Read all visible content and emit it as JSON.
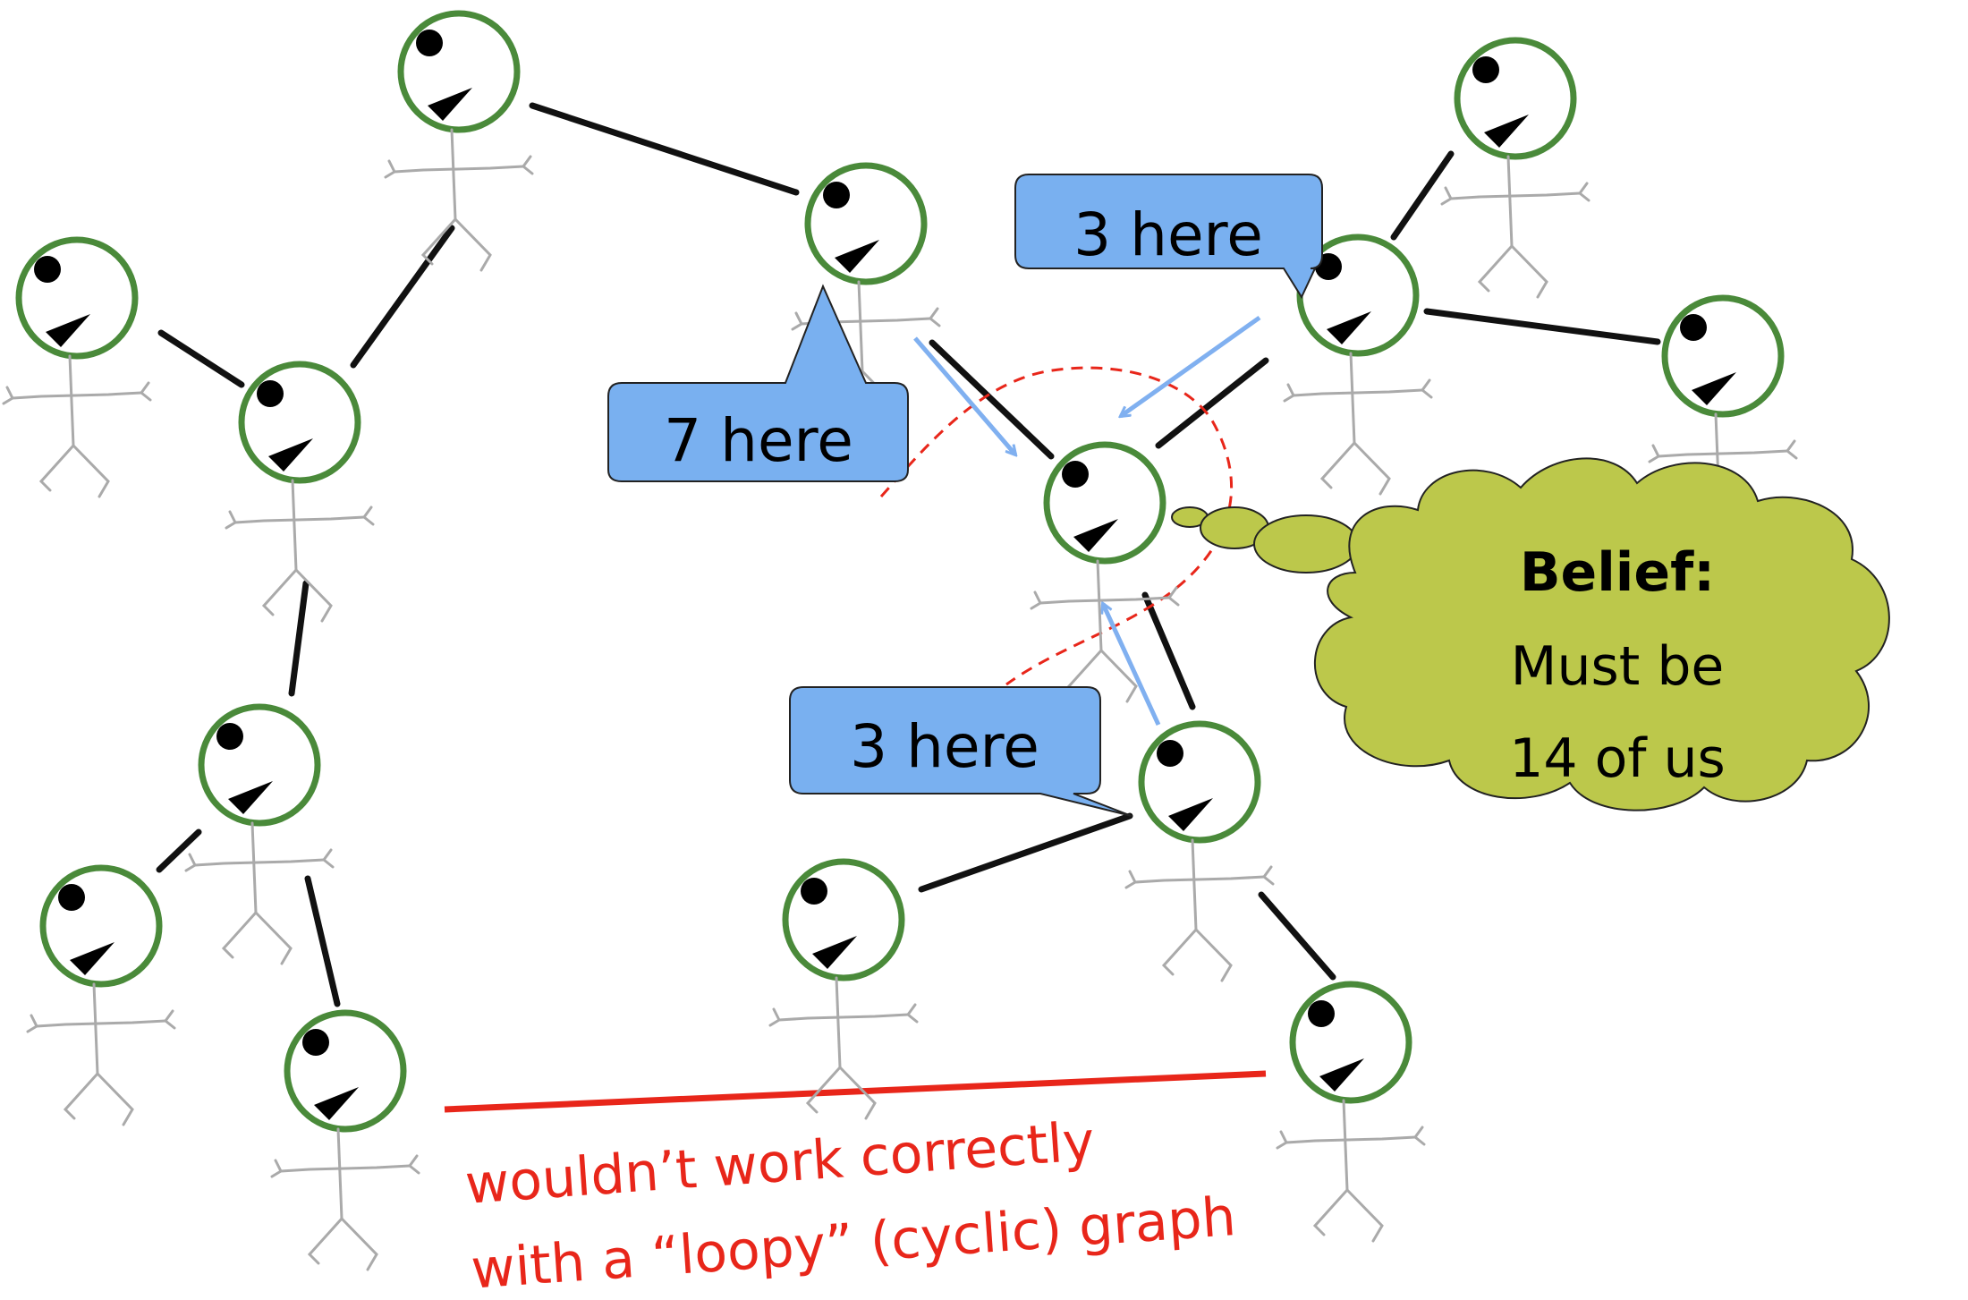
{
  "callouts": {
    "left": "7 here",
    "top_right": "3 here",
    "bottom": "3 here"
  },
  "belief": {
    "title": "Belief:",
    "line1": "Must be",
    "line2": "14 of us"
  },
  "note": {
    "line1": "wouldn’t work correctly",
    "line2": "with a “loopy” (cyclic) graph"
  },
  "colors": {
    "head_stroke": "#4a8a3a",
    "edge": "#111111",
    "callout_fill": "#79b0f0",
    "arrow": "#80b0f0",
    "cloud_fill": "#bcc84b",
    "loop_edge": "#e8261a",
    "note_text": "#e8261a"
  }
}
